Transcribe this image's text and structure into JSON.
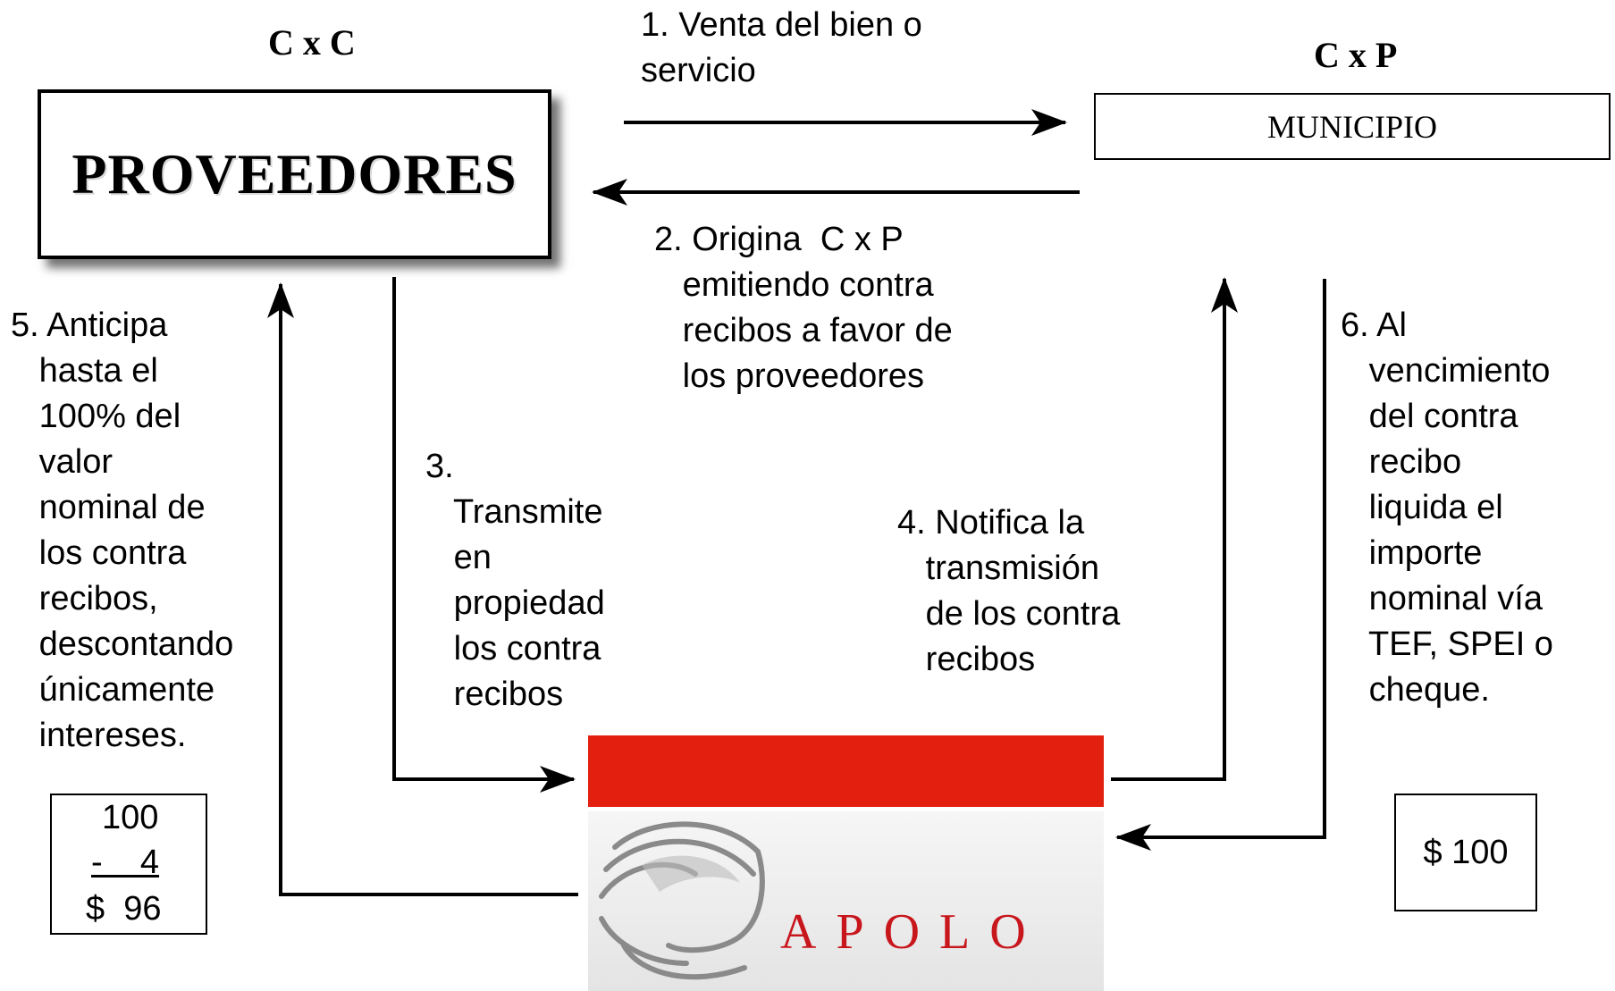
{
  "labels": {
    "cxc": "C x C",
    "cxp": "C x P"
  },
  "boxes": {
    "proveedores": "PROVEEDORES",
    "municipio": "MUNICIPIO"
  },
  "steps": {
    "step1": "1. Venta del bien o\nservicio",
    "step2": "2. Origina  C x P\n   emitiendo contra\n   recibos a favor de\n   los proveedores",
    "step3": "3.\n   Transmite\n   en\n   propiedad\n   los contra\n   recibos",
    "step4": "4. Notifica la\n   transmisión\n   de los contra\n   recibos",
    "step5": "5. Anticipa\n   hasta el\n   100% del\n   valor\n   nominal de\n   los contra\n   recibos,\n   descontando\n   únicamente\n   intereses.",
    "step6": "6. Al\n   vencimiento\n   del contra\n   recibo\n   liquida el\n   importe\n   nominal vía\n   TEF, SPEI o\n   cheque."
  },
  "calc": {
    "line1": "100",
    "line2": "-    4",
    "line3": "$  96"
  },
  "payment": "$ 100",
  "logo": {
    "text": "APOLO",
    "red": "#e3200f",
    "text_color": "#c8161d"
  }
}
